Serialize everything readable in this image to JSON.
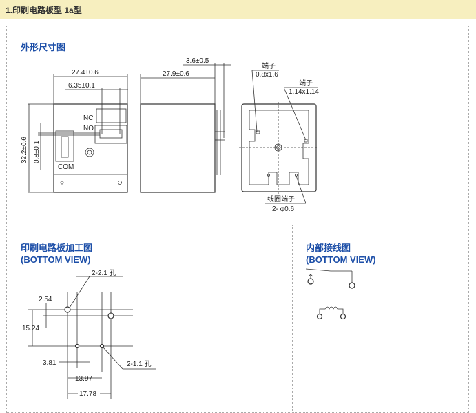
{
  "header": {
    "title": "1.印刷电路板型 1a型"
  },
  "sections": {
    "outline": {
      "title": "外形尺寸图",
      "dims": {
        "width_front": "27.4±0.6",
        "pin_offset": "6.35±0.1",
        "width_side": "27.9±0.6",
        "pin_length": "3.6±0.5",
        "height": "32.2±0.6",
        "pin_thickness": "0.8±0.1"
      },
      "labels": {
        "nc": "NC",
        "no": "NO",
        "com": "COM"
      },
      "bottom": {
        "terminal1_name": "端子",
        "terminal1_size": "0.8x1.6",
        "terminal2_name": "端子",
        "terminal2_size": "1.14x1.14",
        "coil_name": "线圈端子",
        "coil_size": "2- φ0.6"
      }
    },
    "pcb": {
      "title": "印刷电路板加工图",
      "subtitle": "(BOTTOM VIEW)",
      "dims": {
        "hole_large": "2-2.1 孔",
        "hole_small": "2-1.1 孔",
        "d1": "2.54",
        "d2": "15.24",
        "d3": "3.81",
        "d4": "13.97",
        "d5": "17.78"
      }
    },
    "wiring": {
      "title": "内部接线图",
      "subtitle": "(BOTTOM VIEW)"
    }
  }
}
